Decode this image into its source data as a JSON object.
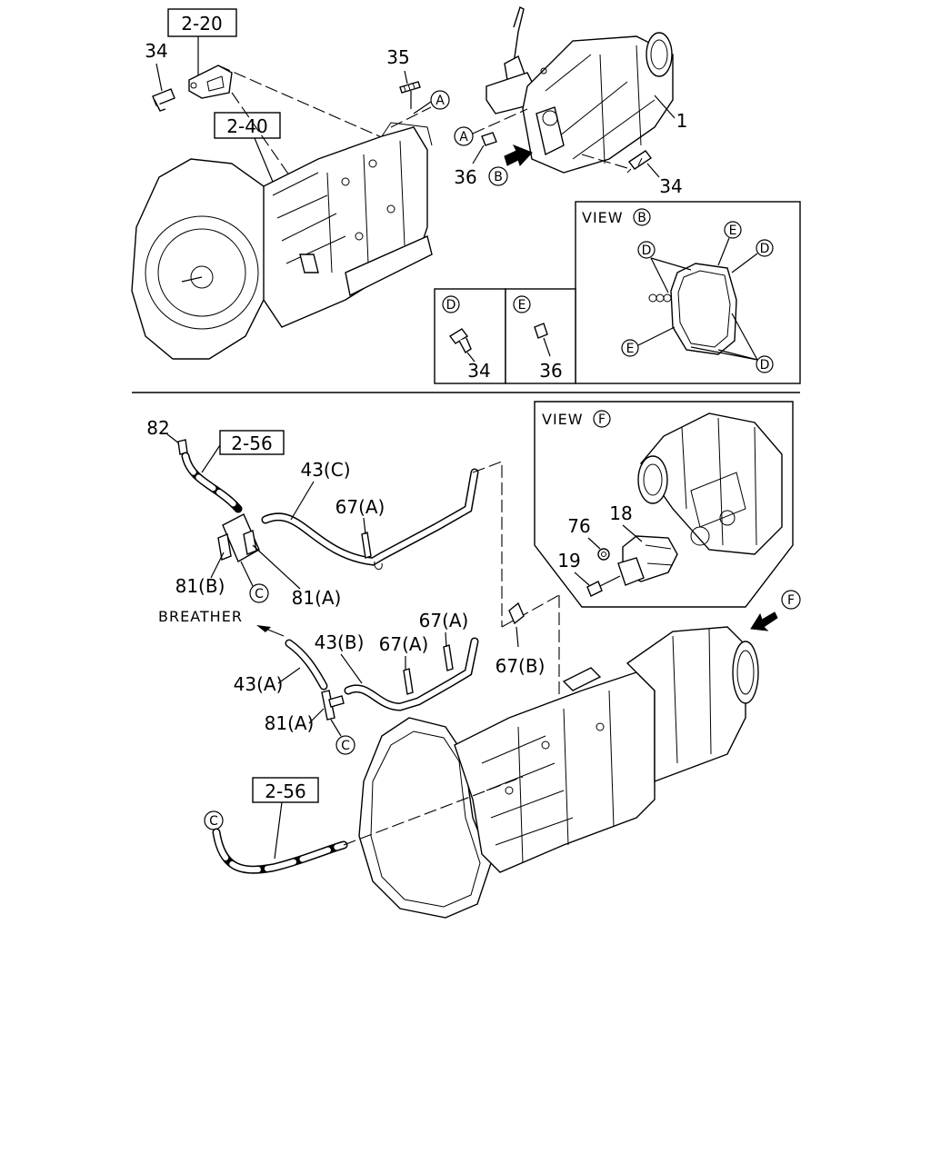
{
  "diagram": {
    "ref_boxes": {
      "ref_2_20": "2-20",
      "ref_2_40": "2-40",
      "ref_2_56_top": "2-56",
      "ref_2_56_bottom": "2-56"
    },
    "top": {
      "part_34_left": "34",
      "part_35": "35",
      "part_1": "1",
      "part_36": "36",
      "part_34_right": "34",
      "callout_A_upper": "A",
      "callout_A_lower": "A",
      "callout_B": "B"
    },
    "view_b": {
      "title": "VIEW",
      "title_circle": "B",
      "callouts": [
        "D",
        "E",
        "D",
        "E",
        "D"
      ]
    },
    "detail_d": {
      "circle": "D",
      "part": "34"
    },
    "detail_e": {
      "circle": "E",
      "part": "36"
    },
    "bottom": {
      "part_82": "82",
      "part_43c": "43(C)",
      "part_67a_1": "67(A)",
      "part_81b": "81(B)",
      "part_81a_1": "81(A)",
      "circle_c_1": "C",
      "breather": "BREATHER",
      "part_43b": "43(B)",
      "part_67a_2": "67(A)",
      "part_67a_3": "67(A)",
      "part_43a": "43(A)",
      "part_67b": "67(B)",
      "part_81a_2": "81(A)",
      "circle_c_2": "C",
      "circle_c_3": "C",
      "circle_f": "F"
    },
    "view_f": {
      "title": "VIEW",
      "title_circle": "F",
      "part_18": "18",
      "part_76": "76",
      "part_19": "19"
    }
  }
}
